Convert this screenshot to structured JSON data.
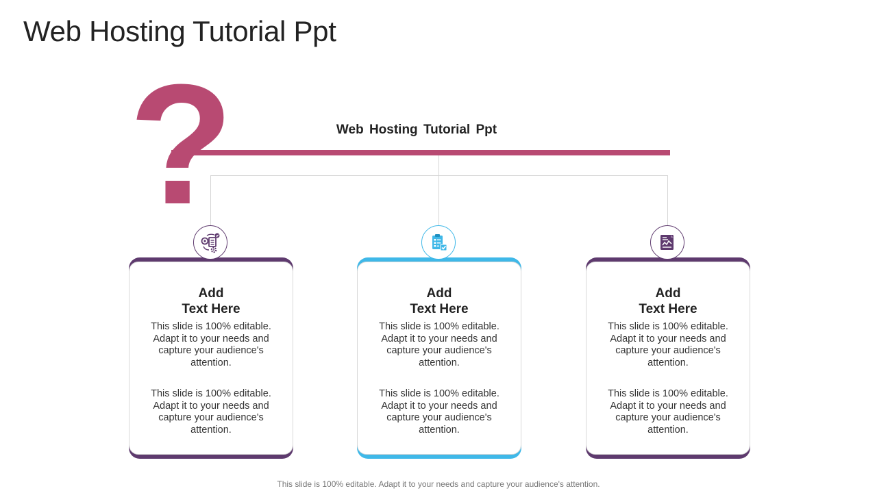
{
  "slide": {
    "title": "Web Hosting Tutorial Ppt",
    "subtitle": "Web Hosting  Tutorial  Ppt",
    "question_mark": "?",
    "footer": "This slide is 100% editable. Adapt it to your needs and capture your audience's attention."
  },
  "colors": {
    "accent_pink": "#b84a72",
    "purple": "#5e3a6e",
    "blue": "#3fb8e8",
    "connector": "#d4d4d4"
  },
  "cards": [
    {
      "icon": "process-document-gear-icon",
      "heading_line1": "Add",
      "heading_line2": "Text Here",
      "text1": "This slide is 100% editable. Adapt it to your needs and capture your audience's attention.",
      "text2": "This slide is 100% editable. Adapt it to your needs and capture your audience's attention.",
      "accent": "#5e3a6e"
    },
    {
      "icon": "clipboard-checklist-icon",
      "heading_line1": "Add",
      "heading_line2": "Text Here",
      "text1": "This slide is 100% editable. Adapt it to your needs and capture your audience's attention.",
      "text2": "This slide is 100% editable. Adapt it to your needs and capture your audience's attention.",
      "accent": "#3fb8e8"
    },
    {
      "icon": "report-document-chart-icon",
      "heading_line1": "Add",
      "heading_line2": "Text Here",
      "text1": "This slide is 100% editable. Adapt it to your needs and capture your audience's attention.",
      "text2": "This slide is 100% editable. Adapt it to your needs and capture your audience's attention.",
      "accent": "#5e3a6e"
    }
  ]
}
